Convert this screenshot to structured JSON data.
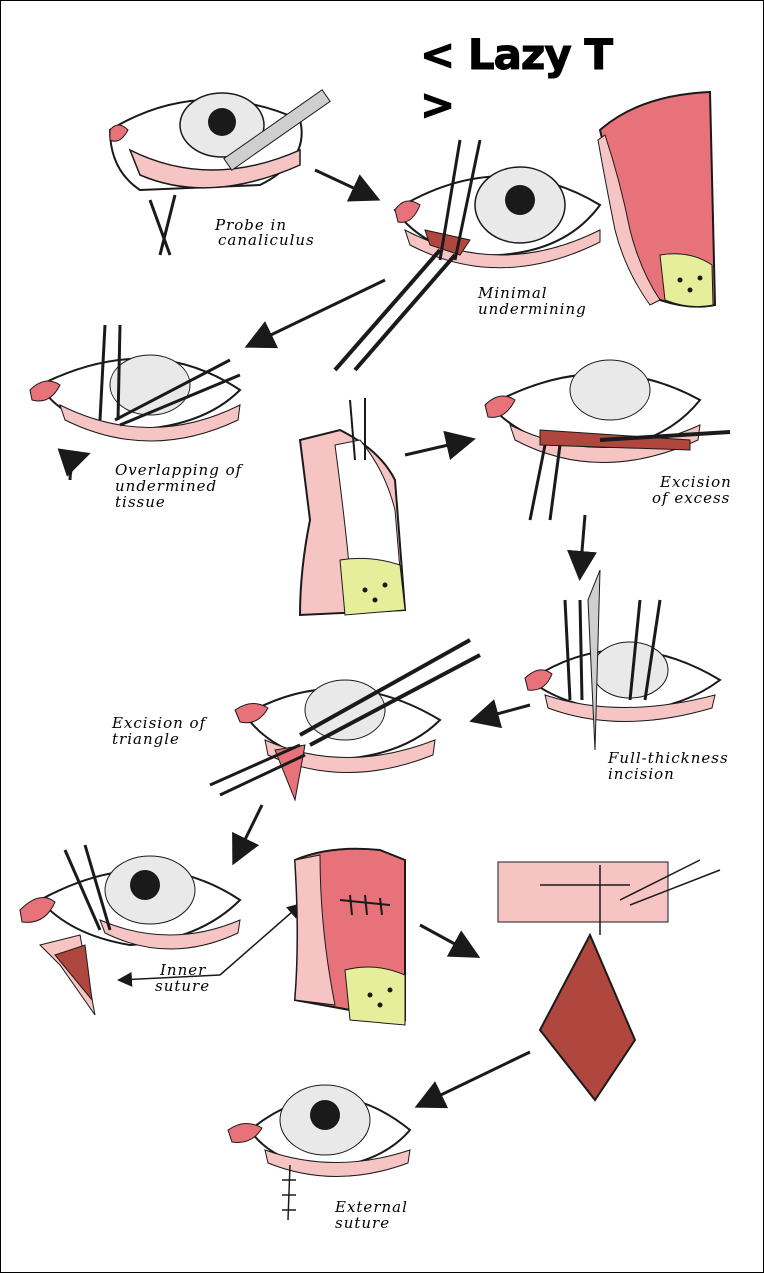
{
  "title": "< Lazy T >",
  "labels": {
    "probe": [
      "Probe in",
      "canaliculus"
    ],
    "minimal": [
      "Minimal",
      "undermining"
    ],
    "overlap": [
      "Overlapping of",
      "undermined",
      "tissue"
    ],
    "excess": [
      "Excision",
      "of excess"
    ],
    "triangle": [
      "Excision of",
      "triangle"
    ],
    "fullthick": [
      "Full-thickness",
      "incision"
    ],
    "inner": [
      "Inner",
      "suture"
    ],
    "external": [
      "External",
      "suture"
    ]
  },
  "colors": {
    "skin_light": "#f7c4c4",
    "skin_dark": "#e8727a",
    "fat_yellow": "#e6ee9c",
    "wound_red": "#b0473e",
    "ink": "#1a1a1a",
    "instrument": "#cfcfcf"
  }
}
